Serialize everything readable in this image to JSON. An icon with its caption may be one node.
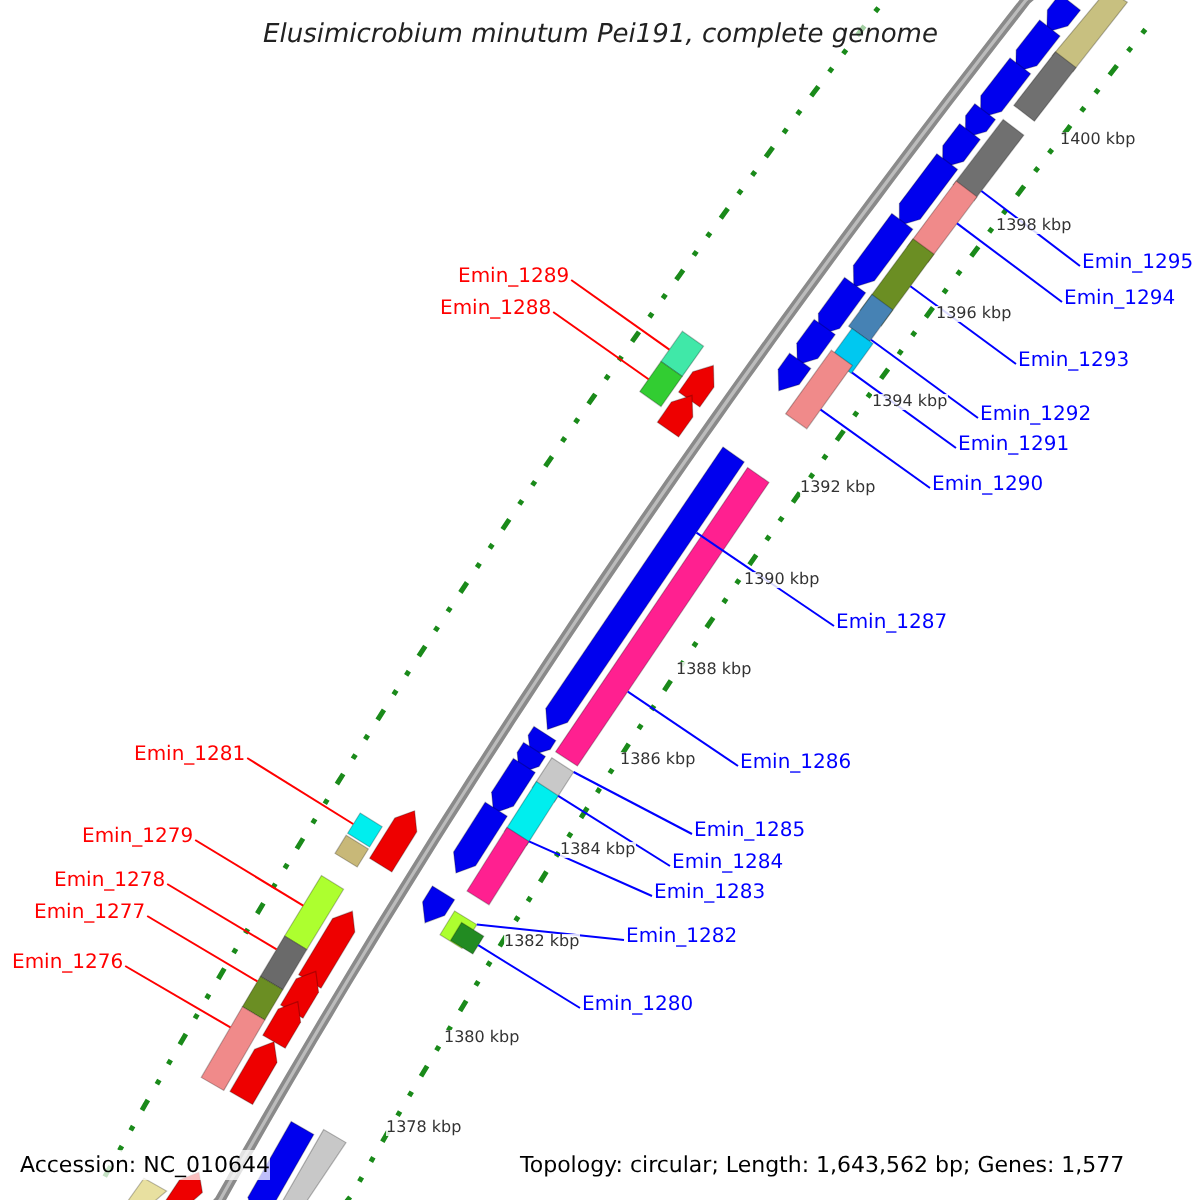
{
  "diagram": {
    "title": "Elusimicrobium minutum Pei191, complete genome",
    "nodes": [
      {
        "text": [
          "Emin_1295"
        ]
      },
      {
        "text": [
          "Emin_1289"
        ]
      },
      {
        "text": [
          "Emin_1294"
        ]
      },
      {
        "text": [
          "Emin_1288"
        ]
      },
      {
        "text": [
          "Emin_1293"
        ]
      },
      {
        "text": [
          "Emin_1292"
        ]
      },
      {
        "text": [
          "Emin_1291"
        ]
      },
      {
        "text": [
          "Emin_1290"
        ]
      },
      {
        "text": [
          "Emin_1287"
        ]
      },
      {
        "text": [
          "Emin_1281"
        ]
      },
      {
        "text": [
          "Emin_1286"
        ]
      },
      {
        "text": [
          "Emin_1285"
        ]
      },
      {
        "text": [
          "Emin_1279"
        ]
      },
      {
        "text": [
          "Emin_1284"
        ]
      },
      {
        "text": [
          "Emin_1278"
        ]
      },
      {
        "text": [
          "Emin_1283"
        ]
      },
      {
        "text": [
          "Emin_1277"
        ]
      },
      {
        "text": [
          "Emin_1282"
        ]
      },
      {
        "text": [
          "Emin_1276"
        ]
      },
      {
        "text": [
          "Emin_1280"
        ]
      },
      {
        "text": [],
        "shape": "box"
      },
      {
        "text": [],
        "shape": "box"
      },
      {
        "text": [],
        "shape": "box"
      },
      {
        "text": [],
        "shape": "box"
      },
      {
        "text": [],
        "shape": "box"
      },
      {
        "text": [],
        "shape": "box"
      },
      {
        "text": [],
        "shape": "box"
      },
      {
        "text": [],
        "shape": "box"
      },
      {
        "text": [],
        "shape": "arrow"
      },
      {
        "text": [],
        "shape": "box"
      },
      {
        "text": [],
        "shape": "box"
      },
      {
        "text": [],
        "shape": "box"
      },
      {
        "text": [],
        "shape": "box"
      },
      {
        "text": [],
        "shape": "box"
      },
      {
        "text": [],
        "shape": "box"
      },
      {
        "text": [],
        "shape": "box"
      },
      {
        "text": [],
        "shape": "box"
      },
      {
        "text": [],
        "shape": "box"
      },
      {
        "text": [],
        "shape": "box"
      },
      {
        "text": [],
        "shape": "box"
      }
    ],
    "edges": [
      {
        "from": 0,
        "to": 20,
        "arrow": "none"
      },
      {
        "from": 1,
        "to": 25,
        "arrow": "none",
        "color": "#ff0000"
      },
      {
        "from": 2,
        "to": 21,
        "arrow": "none"
      },
      {
        "from": 3,
        "to": 27,
        "arrow": "none",
        "color": "#ff0000"
      },
      {
        "from": 4,
        "to": 22,
        "arrow": "none"
      },
      {
        "from": 5,
        "to": 23,
        "arrow": "none"
      },
      {
        "from": 6,
        "to": 24,
        "arrow": "none"
      },
      {
        "from": 7,
        "to": 26,
        "arrow": "none"
      },
      {
        "from": 8,
        "to": 28,
        "arrow": "none"
      },
      {
        "from": 9,
        "to": 32,
        "arrow": "none",
        "color": "#ff0000"
      },
      {
        "from": 10,
        "to": 29,
        "arrow": "none"
      },
      {
        "from": 11,
        "to": 30,
        "arrow": "none"
      },
      {
        "from": 12,
        "to": 34,
        "arrow": "none",
        "color": "#ff0000"
      },
      {
        "from": 13,
        "to": 31,
        "arrow": "none"
      },
      {
        "from": 14,
        "to": 37,
        "arrow": "none",
        "color": "#ff0000"
      },
      {
        "from": 15,
        "to": 33,
        "arrow": "none"
      },
      {
        "from": 16,
        "to": 38,
        "arrow": "none",
        "color": "#ff0000"
      },
      {
        "from": 17,
        "to": 35,
        "arrow": "none"
      },
      {
        "from": 18,
        "to": 39,
        "arrow": "none",
        "color": "#ff0000"
      },
      {
        "from": 19,
        "to": 36,
        "arrow": "none"
      }
    ],
    "labels": [
      "1400 kbp",
      "1398 kbp",
      "1396 kbp",
      "1394 kbp",
      "1392 kbp",
      "1390 kbp",
      "1388 kbp",
      "1386 kbp",
      "1384 kbp",
      "1382 kbp",
      "1380 kbp",
      "1378 kbp",
      "Accession: NC_010644",
      "Topology: circular; Length: 1,643,562 bp; Genes: 1,577"
    ]
  }
}
